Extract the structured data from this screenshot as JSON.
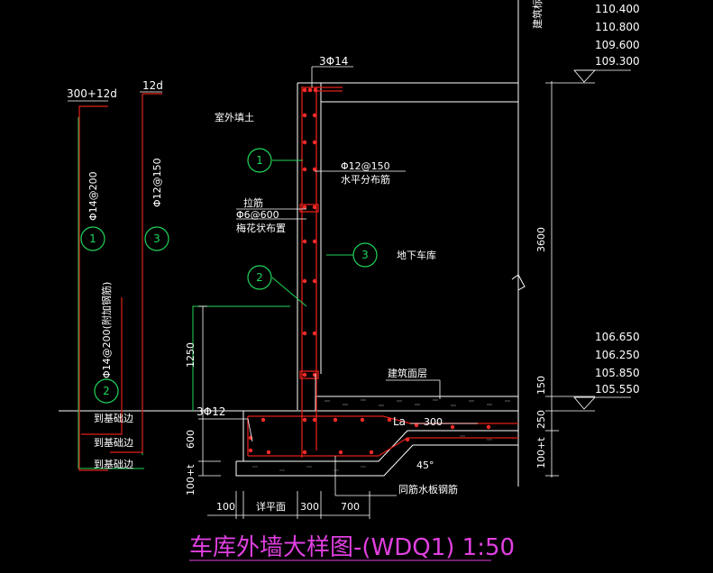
{
  "title": "车库外墙大样图-(WDQ1) 1:50",
  "labels": {
    "top_rebar": "3Φ14",
    "left_top_dim": "300+12d",
    "mid_top_dim": "12d",
    "soil": "室外填土",
    "horizontal_rebar": "Φ12@150",
    "horizontal_rebar_note": "水平分布筋",
    "tie_label": "拉筋",
    "tie_spec": "Φ6@600",
    "tie_note": "梅花状布置",
    "garage": "地下车库",
    "floor_layer": "建筑面层",
    "bottom_rebar": "3Φ12",
    "lap": "La",
    "same_as_slab": "同筋水板钢筋",
    "slope": "45°",
    "floor_level_label": "建筑标高",
    "vert_rebar_1": "Φ14@200",
    "vert_rebar_3": "Φ12@150",
    "vert_rebar_2": "Φ14@200(附加钢筋)",
    "leg1": "到基础边",
    "leg2": "到基础边",
    "leg3": "到基础边"
  },
  "circles": {
    "c1": "1",
    "c2": "2",
    "c3": "3",
    "lc1": "1",
    "lc3": "3",
    "lc2": "2"
  },
  "dims": {
    "d1250": "1250",
    "d600": "600",
    "d100": "100+t",
    "b100": "100",
    "b_base": "详平面",
    "b300": "300",
    "b700": "700",
    "r300": "300",
    "r3600": "3600",
    "r150": "150",
    "r250": "250",
    "r100": "100+t"
  },
  "elevations_top": [
    "110.400",
    "110.800",
    "109.600",
    "109.300"
  ],
  "elevations_bottom": [
    "106.650",
    "106.250",
    "105.850",
    "105.550"
  ],
  "colors": {
    "line": "#ffffff",
    "rebar": "#e0201a",
    "dot": "#ff2a2a",
    "leader": "#1fd65a",
    "title": "#e040e0"
  }
}
